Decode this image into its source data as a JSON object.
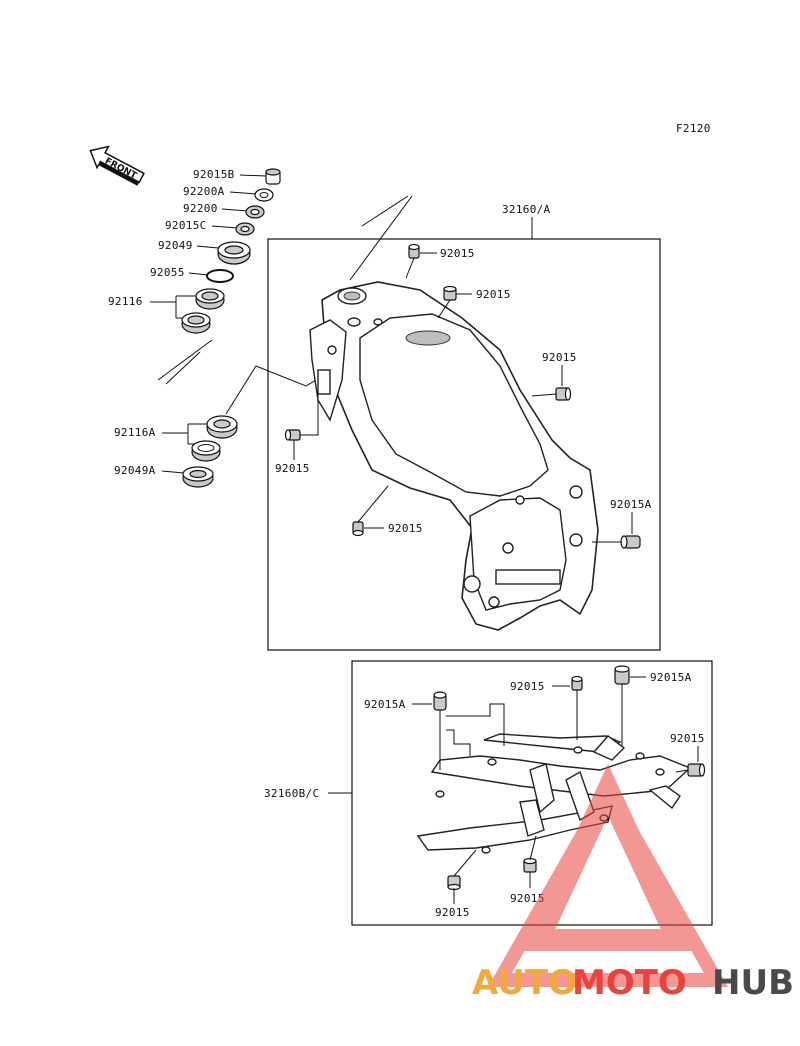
{
  "diagram_code": "F2120",
  "front_label": "FRONT",
  "labels": {
    "p92015B": "92015B",
    "p92200A": "92200A",
    "p92200": "92200",
    "p92015C": "92015C",
    "p92049": "92049",
    "p92055": "92055",
    "p92116": "92116",
    "p92116A": "92116A",
    "p92049A": "92049A",
    "upper_group": "32160/A",
    "lower_group": "32160B/C",
    "u_92015_a": "92015",
    "u_92015_b": "92015",
    "u_92015_c": "92015",
    "u_92015_d": "92015",
    "u_92015_e": "92015",
    "u_92015A": "92015A",
    "l_92015_a": "92015",
    "l_92015A_a": "92015A",
    "l_92015A_b": "92015A",
    "l_92015_b": "92015",
    "l_92015_c": "92015",
    "l_92015_d": "92015"
  },
  "watermark": {
    "part1": "AUTO",
    "part2": "MOTO",
    "part3": "HUB",
    "colors": {
      "auto": "#f2a93b",
      "moto": "#e8433e",
      "hub": "#4a4a4a",
      "triangle": "#e8433e"
    }
  }
}
